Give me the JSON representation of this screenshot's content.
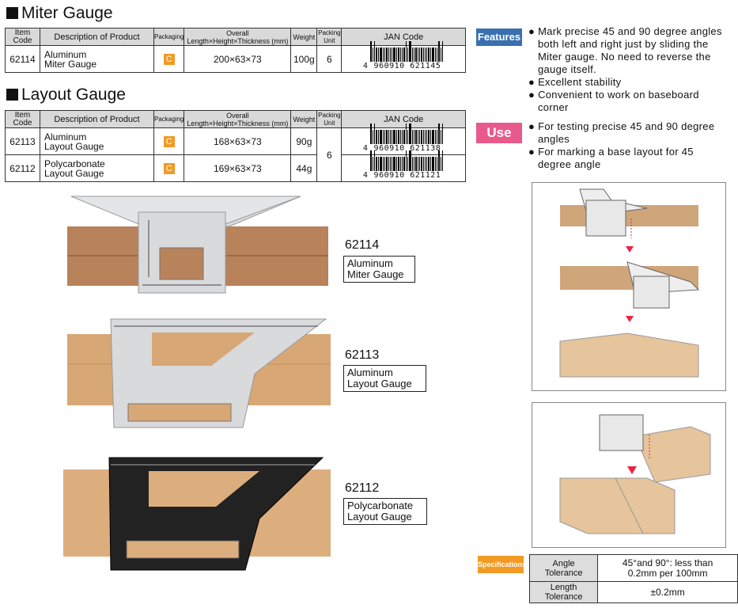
{
  "miter_section": {
    "title": "Miter Gauge",
    "headers": {
      "item_code": "Item Code",
      "description": "Description of Product",
      "packaging": "Packaging",
      "dimensions": "Overall Length×Height×Thickness (mm)",
      "weight": "Weight",
      "packing_unit": "Packing Unit",
      "jan": "JAN Code"
    },
    "rows": [
      {
        "code": "62114",
        "desc1": "Aluminum",
        "desc2": "Miter Gauge",
        "packaging": "C",
        "dims": "200×63×73",
        "weight": "100g",
        "unit": "6",
        "jan_first": "4",
        "jan_rest": "960910 621145"
      }
    ]
  },
  "layout_section": {
    "title": "Layout Gauge",
    "headers": {
      "item_code": "Item Code",
      "description": "Description of Product",
      "packaging": "Packaging",
      "dimensions": "Overall Length×Height×Thickness (mm)",
      "weight": "Weight",
      "packing_unit": "Packing Unit",
      "jan": "JAN Code"
    },
    "shared_unit": "6",
    "rows": [
      {
        "code": "62113",
        "desc1": "Aluminum",
        "desc2": "Layout Gauge",
        "packaging": "C",
        "dims": "168×63×73",
        "weight": "90g",
        "jan_first": "4",
        "jan_rest": "960910 621138"
      },
      {
        "code": "62112",
        "desc1": "Polycarbonate",
        "desc2": "Layout Gauge",
        "packaging": "C",
        "dims": "169×63×73",
        "weight": "44g",
        "jan_first": "4",
        "jan_rest": "960910 621121"
      }
    ]
  },
  "features": {
    "badge": "Features",
    "badge_color": "#3a6fb0",
    "items": [
      "Mark precise 45 and 90 degree angles both left and right just by sliding the Miter gauge. No need to reverse the gauge itself.",
      "Excellent stability",
      "Convenient to work on baseboard corner"
    ]
  },
  "use": {
    "badge": "Use",
    "badge_color": "#e85a8c",
    "items": [
      "For testing precise 45 and 90 degree angles",
      "For marking a base layout for 45 degree angle"
    ]
  },
  "products": [
    {
      "code": "62114",
      "name1": "Aluminum",
      "name2": "Miter Gauge"
    },
    {
      "code": "62113",
      "name1": "Aluminum",
      "name2": "Layout Gauge"
    },
    {
      "code": "62112",
      "name1": "Polycarbonate",
      "name2": "Layout Gauge"
    }
  ],
  "specifications": {
    "badge": "Specifications",
    "badge_color": "#f29a24",
    "rows": [
      {
        "label": "Angle Tolerance",
        "value1": "45°and 90°: less than",
        "value2": "0.2mm per 100mm"
      },
      {
        "label": "Length Tolerance",
        "value1": "±0.2mm",
        "value2": ""
      }
    ]
  },
  "colors": {
    "wood": "#b8825a",
    "accent_orange": "#f29a24",
    "gauge_silver": "#d8dadc",
    "gauge_black": "#222222"
  }
}
